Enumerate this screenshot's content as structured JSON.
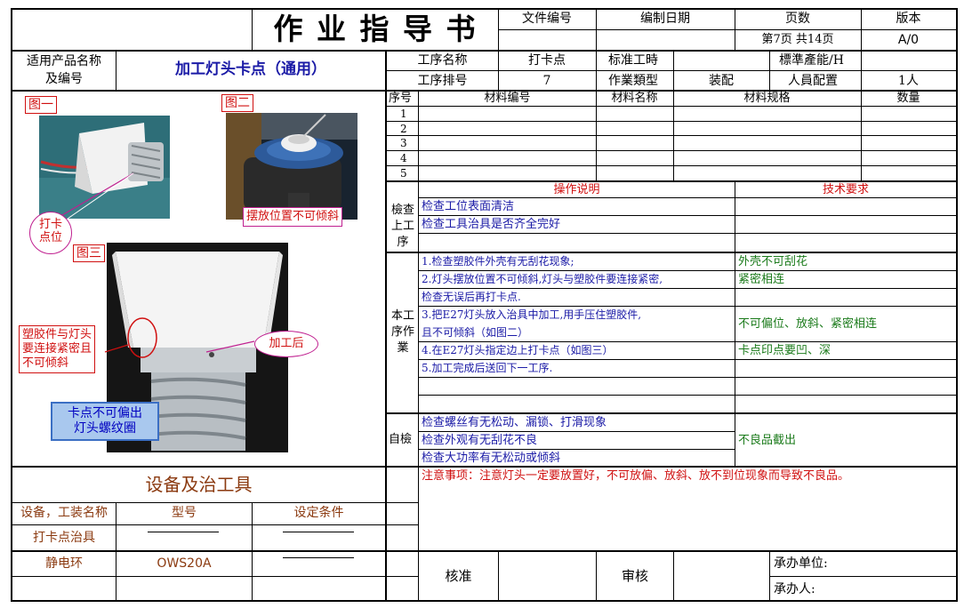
{
  "header": {
    "title": "作 业 指 导 书",
    "doc_no_label": "文件编号",
    "doc_no_value": "",
    "date_label": "编制日期",
    "date_value": "",
    "pages_label": "页数",
    "pages_value": "第7页   共14页",
    "version_label": "版本",
    "version_value": "A/0"
  },
  "info": {
    "product_label_1": "适用产品名称",
    "product_label_2": "及编号",
    "product_name": "加工灯头卡点（通用）",
    "process_name_label": "工序名称",
    "process_name": "打卡点",
    "std_time_label": "标准工時",
    "std_time_value": "",
    "std_capacity_label": "標準產能/H",
    "std_capacity_value": "",
    "process_no_label": "工序排号",
    "process_no": "7",
    "work_type_label": "作業類型",
    "work_type": "装配",
    "staffing_label": "人員配置",
    "staffing_value": "1人"
  },
  "figures": {
    "fig1_label": "图一",
    "fig2_label": "图二",
    "fig3_label": "图三",
    "fig1_callout": "打卡\n点位",
    "fig2_callout": "摆放位置不可倾斜",
    "fig3_callout_left": "塑胶件与灯头\n要连接紧密且\n不可倾斜",
    "fig3_callout_right": "加工后",
    "fig3_callout_bottom": "卡点不可偏出\n灯头螺纹圈"
  },
  "materials": {
    "headers": [
      "序号",
      "材料编号",
      "材料名称",
      "材料规格",
      "数量"
    ],
    "rows": [
      "1",
      "2",
      "3",
      "4",
      "5"
    ]
  },
  "operations": {
    "op_header": "操作说明",
    "tech_header": "技术要求",
    "check_section_label": "檢查上工序",
    "check_items": [
      "检查工位表面清洁",
      "检查工具治具是否齐全完好"
    ],
    "main_section_label": "本工序作業",
    "main_items": [
      "1.检查塑胶件外壳有无刮花现象;",
      "2.灯头摆放位置不可倾斜,灯头与塑胶件要连接紧密,",
      "检查无误后再打卡点.",
      "3.把E27灯头放入治具中加工,用手压住塑胶件,",
      "且不可倾斜（如图二）",
      "4.在E27灯头指定边上打卡点（如图三）",
      "5.加工完成后送回下一工序."
    ],
    "main_tech": [
      "外壳不可刮花",
      "紧密相连",
      "不可偏位、放斜、紧密相连",
      "卡点印点要凹、深"
    ],
    "self_section_label": "自檢",
    "self_items": [
      "检查螺丝有无松动、漏锁、打滑现象",
      "检查外观有无刮花不良",
      "检查大功率有无松动或倾斜"
    ],
    "self_tech": "不良品截出"
  },
  "notes": {
    "text": "注意事项：注意灯头一定要放置好，不可放偏、放斜、放不到位现象而导致不良品。"
  },
  "equipment": {
    "title": "设备及治工具",
    "headers": [
      "设备，工装名称",
      "型号",
      "设定条件"
    ],
    "rows": [
      {
        "name": "打卡点治具",
        "model": "",
        "condition": ""
      },
      {
        "name": "静电环",
        "model": "OWS20A",
        "condition": ""
      }
    ]
  },
  "signoff": {
    "approve_label": "核准",
    "review_label": "审核",
    "unit_label": "承办单位:",
    "person_label": "承办人:"
  }
}
